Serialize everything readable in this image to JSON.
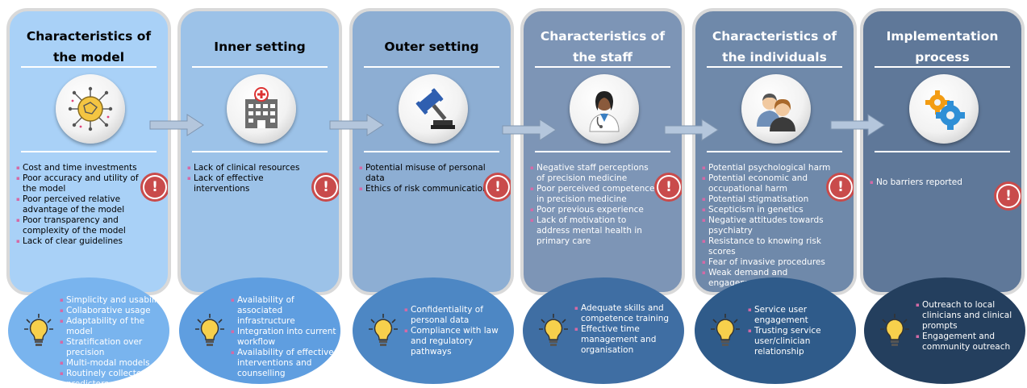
{
  "columns": [
    {
      "title": "Characteristics of the model",
      "icon": "ai-brain-network-icon",
      "color": "#a9d1f7",
      "barriers": [
        "Cost and time investments",
        "Poor accuracy and utility of the model",
        "Poor perceived relative advantage of the model",
        "Poor transparency and complexity of the model",
        "Lack of clear guidelines"
      ],
      "facilitator_color": "#79b4ee",
      "facilitators": [
        "Simplicity and usability",
        "Collaborative usage",
        "Adaptability of the model",
        "Stratification over precision",
        "Multi-modal models",
        "Routinely collected predictors"
      ]
    },
    {
      "title": "Inner setting",
      "icon": "hospital-icon",
      "color": "#9cc2e8",
      "barriers": [
        "Lack of clinical resources",
        "Lack of effective interventions"
      ],
      "facilitator_color": "#5f9ee0",
      "facilitators": [
        "Availability of associated infrastructure",
        "Integration into current workflow",
        "Availability of effective interventions and counselling"
      ]
    },
    {
      "title": "Outer setting",
      "icon": "gavel-icon",
      "color": "#8daed3",
      "barriers": [
        "Potential misuse of personal data",
        "Ethics of risk communication"
      ],
      "facilitator_color": "#4d87c4",
      "facilitators": [
        "Confidentiality of personal data",
        "Compliance with law and regulatory pathways"
      ]
    },
    {
      "title": "Characteristics of the staff",
      "icon": "doctor-icon",
      "color": "#7d95b6",
      "barriers": [
        "Negative staff perceptions of precision medicine",
        "Poor perceived competence in precision medicine",
        "Poor previous experience",
        "Lack of motivation to address mental health in primary care"
      ],
      "facilitator_color": "#3f6ea3",
      "facilitators": [
        "Adequate skills and competence training",
        "Effective time management and organisation"
      ]
    },
    {
      "title": "Characteristics of the individuals",
      "icon": "people-icon",
      "color": "#6f89aa",
      "barriers": [
        "Potential psychological harm",
        "Potential economic and occupational harm",
        "Potential stigmatisation",
        "Scepticism in genetics",
        "Negative attitudes towards psychiatry",
        "Resistance to knowing risk scores",
        "Fear of invasive procedures",
        "Weak demand and engagement"
      ],
      "facilitator_color": "#2f5b8a",
      "facilitators": [
        "Service user engagement",
        "Trusting service user/clinician relationship"
      ]
    },
    {
      "title": "Implementation process",
      "icon": "gears-icon",
      "color": "#5f7899",
      "barriers": [
        "No barriers reported"
      ],
      "facilitator_color": "#243f5e",
      "facilitators": [
        "Outreach to local clinicians and clinical prompts",
        "Engagement and community outreach"
      ]
    }
  ],
  "colors": {
    "barrier_alert": "#c94b4b",
    "arrow": "#b4c6dc",
    "bullet": "#d46aa6"
  }
}
